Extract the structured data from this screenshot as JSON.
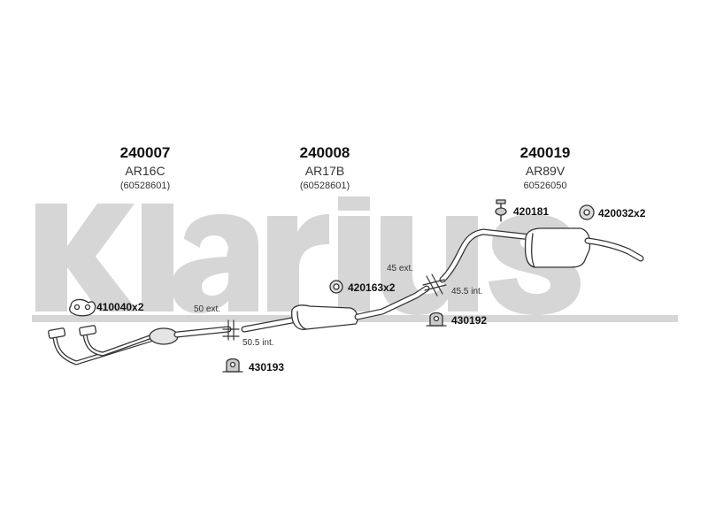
{
  "watermark": {
    "brand": "klarius",
    "color": "#d6d6d6"
  },
  "groups": [
    {
      "part_no": "240007",
      "code": "AR16C",
      "oe": "(60528601)"
    },
    {
      "part_no": "240008",
      "code": "AR17B",
      "oe": "(60528601)"
    },
    {
      "part_no": "240019",
      "code": "AR89V",
      "oe": "60526050"
    }
  ],
  "hardware": {
    "clamp_420181": "420181",
    "ring_420032": "420032x2",
    "ring_420163": "420163x2",
    "gasket_410040": "410040x2",
    "mount_430192": "430192",
    "mount_430193": "430193"
  },
  "dimensions": {
    "front_ext": "50 ext.",
    "front_int": "50.5 int.",
    "rear_ext": "45 ext.",
    "rear_int": "45.5 int."
  },
  "colors": {
    "line": "#333333",
    "fill": "#ffffff",
    "shade": "#bdbdbd"
  }
}
